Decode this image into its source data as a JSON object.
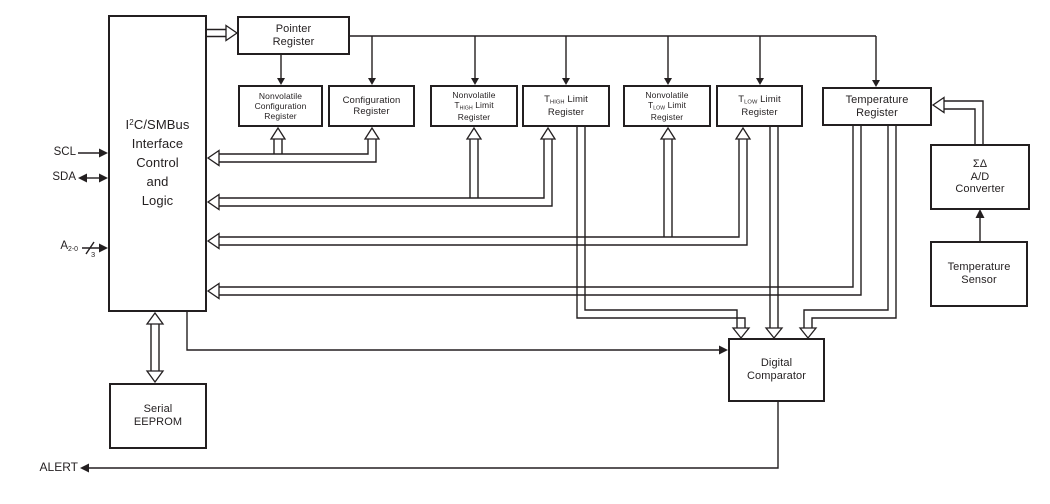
{
  "title": "Temperature sensor functional block diagram",
  "colors": {
    "ink": "#231f20",
    "background": "#ffffff"
  },
  "boxes": {
    "i2c_interface": {
      "lines": [
        [
          {
            "t": "I"
          },
          {
            "t": "2",
            "s": "sup"
          },
          {
            "t": "C/SMBus"
          }
        ],
        [
          {
            "t": "Interface"
          }
        ],
        [
          {
            "t": "Control"
          }
        ],
        [
          {
            "t": "and"
          }
        ],
        [
          {
            "t": "Logic"
          }
        ]
      ]
    },
    "pointer_register": {
      "lines": [
        [
          {
            "t": "Pointer"
          }
        ],
        [
          {
            "t": "Register"
          }
        ]
      ]
    },
    "nv_config_register": {
      "lines": [
        [
          {
            "t": "Nonvolatile"
          }
        ],
        [
          {
            "t": "Configuration"
          }
        ],
        [
          {
            "t": "Register"
          }
        ]
      ]
    },
    "config_register": {
      "lines": [
        [
          {
            "t": "Configuration"
          }
        ],
        [
          {
            "t": "Register"
          }
        ]
      ]
    },
    "nv_thigh_register": {
      "lines": [
        [
          {
            "t": "Nonvolatile"
          }
        ],
        [
          {
            "t": "T"
          },
          {
            "t": "HIGH",
            "s": "sub"
          },
          {
            "t": " Limit"
          }
        ],
        [
          {
            "t": "Register"
          }
        ]
      ]
    },
    "thigh_register": {
      "lines": [
        [
          {
            "t": "T"
          },
          {
            "t": "HIGH",
            "s": "sub"
          },
          {
            "t": " Limit"
          }
        ],
        [
          {
            "t": "Register"
          }
        ]
      ]
    },
    "nv_tlow_register": {
      "lines": [
        [
          {
            "t": "Nonvolatile"
          }
        ],
        [
          {
            "t": "T"
          },
          {
            "t": "LOW",
            "s": "sub"
          },
          {
            "t": " Limit"
          }
        ],
        [
          {
            "t": "Register"
          }
        ]
      ]
    },
    "tlow_register": {
      "lines": [
        [
          {
            "t": "T"
          },
          {
            "t": "LOW",
            "s": "sub"
          },
          {
            "t": " Limit"
          }
        ],
        [
          {
            "t": "Register"
          }
        ]
      ]
    },
    "temperature_register": {
      "lines": [
        [
          {
            "t": "Temperature"
          }
        ],
        [
          {
            "t": "Register"
          }
        ]
      ]
    },
    "adc": {
      "lines": [
        [
          {
            "t": "ΣΔ"
          }
        ],
        [
          {
            "t": "A/D"
          }
        ],
        [
          {
            "t": "Converter"
          }
        ]
      ]
    },
    "temperature_sensor": {
      "lines": [
        [
          {
            "t": "Temperature"
          }
        ],
        [
          {
            "t": "Sensor"
          }
        ]
      ]
    },
    "digital_comparator": {
      "lines": [
        [
          {
            "t": "Digital"
          }
        ],
        [
          {
            "t": "Comparator"
          }
        ]
      ]
    },
    "serial_eeprom": {
      "lines": [
        [
          {
            "t": "Serial"
          }
        ],
        [
          {
            "t": "EEPROM"
          }
        ]
      ]
    }
  },
  "pins": {
    "scl": "SCL",
    "sda": "SDA",
    "address_base": "A",
    "address_sub": "2-0",
    "address_bus_width": "3",
    "alert": "ALERT"
  }
}
